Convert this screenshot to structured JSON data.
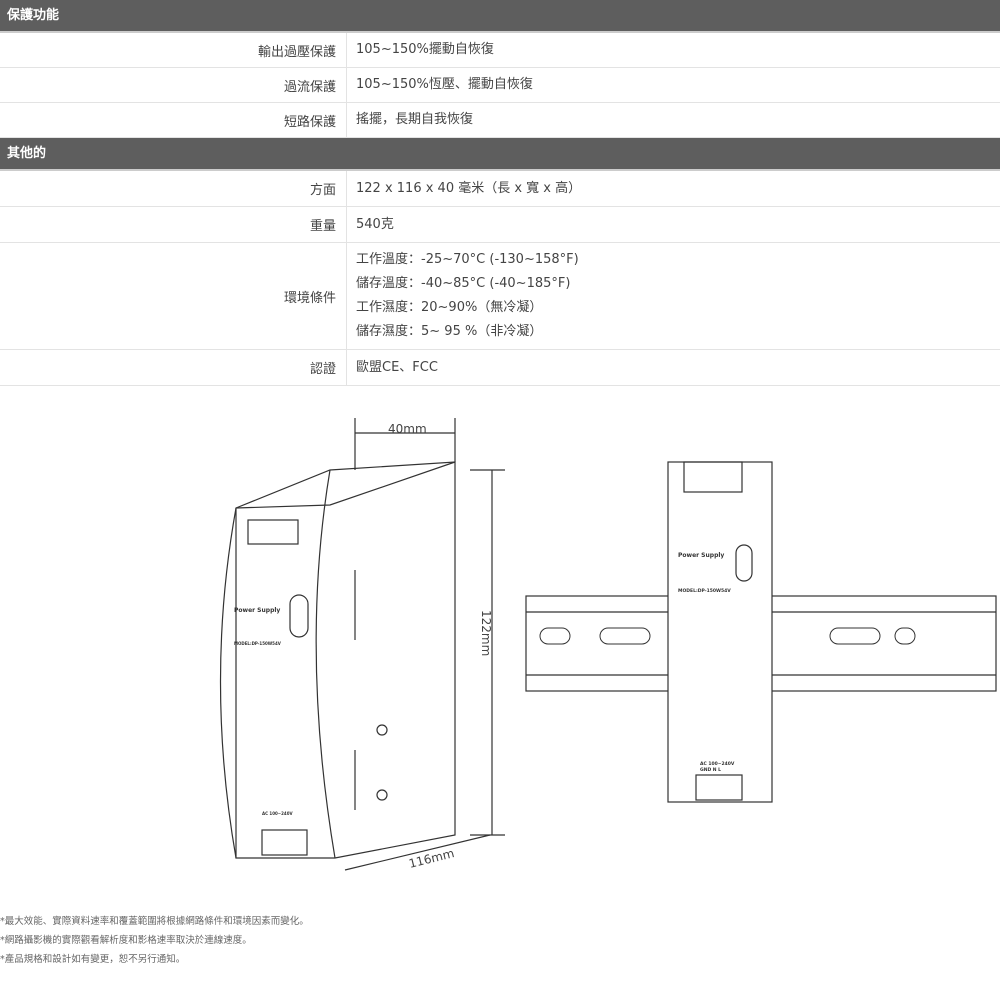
{
  "sections": [
    {
      "title": "保護功能",
      "rows": [
        {
          "label": "輸出過壓保護",
          "values": [
            "105~150%擺動自恢復"
          ]
        },
        {
          "label": "過流保護",
          "values": [
            "105~150%恆壓、擺動自恢復"
          ]
        },
        {
          "label": "短路保護",
          "values": [
            "搖擺，長期自我恢復"
          ]
        }
      ]
    },
    {
      "title": "其他的",
      "rows": [
        {
          "label": "方面",
          "values": [
            "122 x 116 x 40 毫米（長 x 寬 x 高）"
          ]
        },
        {
          "label": "重量",
          "values": [
            "540克"
          ]
        },
        {
          "label": "環境條件",
          "values": [
            "工作溫度：-25~70°C (-130~158°F)",
            "儲存溫度：-40~85°C (-40~185°F)",
            "工作濕度：20~90%（無冷凝）",
            "儲存濕度：5~ 95 %（非冷凝）"
          ]
        },
        {
          "label": "認證",
          "values": [
            "歐盟CE、FCC"
          ]
        }
      ]
    }
  ],
  "diagram": {
    "width_label": "40mm",
    "height_label": "122mm",
    "depth_label": "116mm",
    "brand": "Power Supply",
    "model": "MODEL:DP-150W54V",
    "input": "AC 100~240V",
    "terminals": "GND N L"
  },
  "notes": [
    "*最大效能、實際資料速率和覆蓋範圍將根據網路條件和環境因素而變化。",
    "*網路攝影機的實際觀看解析度和影格速率取決於連線速度。",
    "*產品規格和設計如有變更，恕不另行通知。"
  ]
}
